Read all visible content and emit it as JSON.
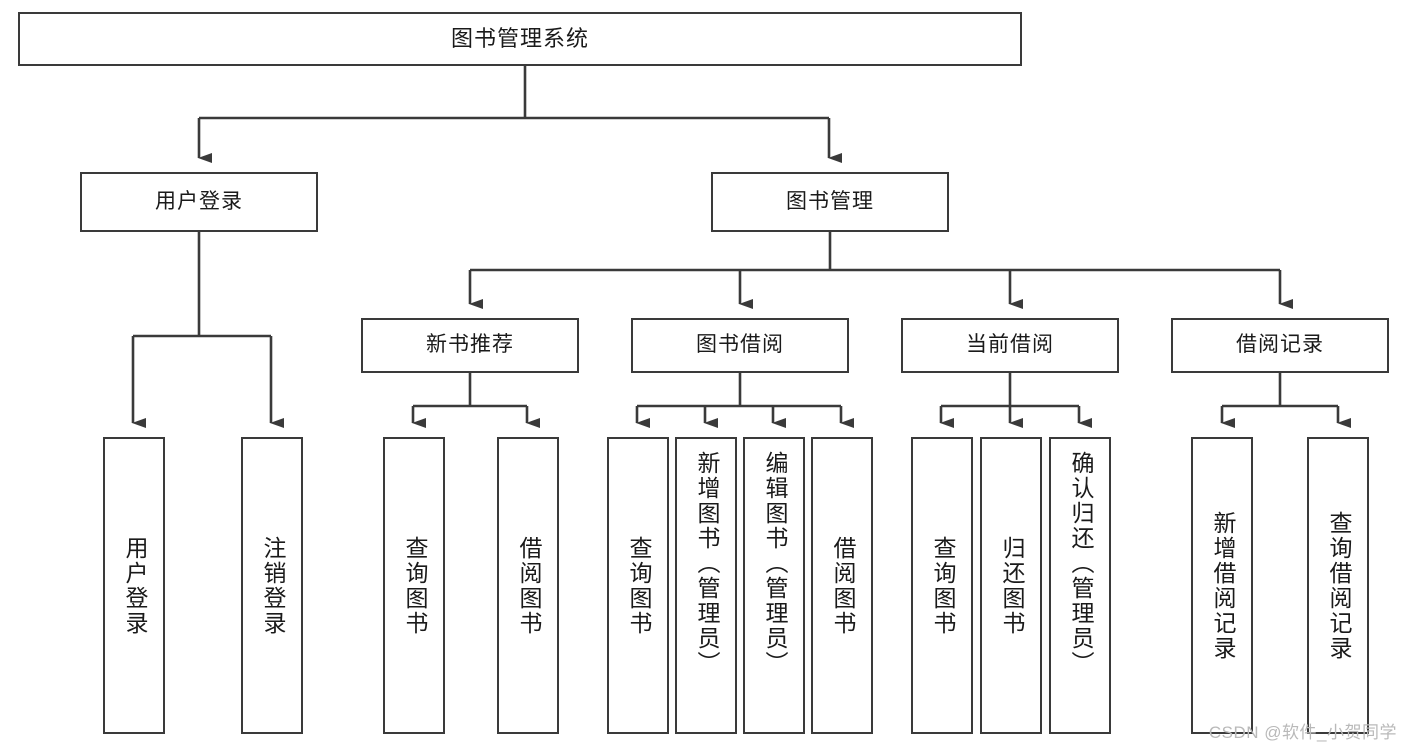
{
  "diagram": {
    "title": "图书管理系统",
    "type": "tree",
    "root": {
      "label": "图书管理系统"
    },
    "level2": [
      {
        "label": "用户登录"
      },
      {
        "label": "图书管理"
      }
    ],
    "level3": [
      {
        "label": "新书推荐"
      },
      {
        "label": "图书借阅"
      },
      {
        "label": "当前借阅"
      },
      {
        "label": "借阅记录"
      }
    ],
    "leaves": {
      "user_login": [
        {
          "label": "用户登录"
        },
        {
          "label": "注销登录"
        }
      ],
      "new_book_recommend": [
        {
          "label": "查询图书"
        },
        {
          "label": "借阅图书"
        }
      ],
      "book_borrow": [
        {
          "label": "查询图书"
        },
        {
          "label": "新增图书（管理员）"
        },
        {
          "label": "编辑图书（管理员）"
        },
        {
          "label": "借阅图书"
        }
      ],
      "current_borrow": [
        {
          "label": "查询图书"
        },
        {
          "label": "归还图书"
        },
        {
          "label": "确认归还（管理员）"
        }
      ],
      "borrow_record": [
        {
          "label": "新增借阅记录"
        },
        {
          "label": "查询借阅记录"
        }
      ]
    },
    "watermark": "CSDN @软件_小贺同学",
    "colors": {
      "stroke": "#3a3a3a",
      "background": "#ffffff",
      "text": "#1a1a1a",
      "watermark": "#b9b9b9"
    }
  }
}
